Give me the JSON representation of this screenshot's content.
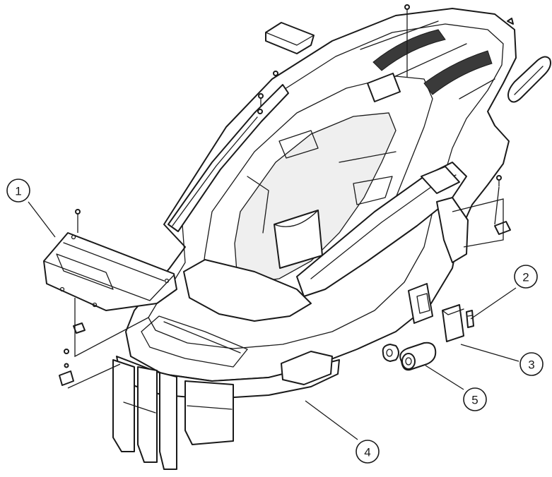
{
  "callouts": [
    {
      "id": "1",
      "label": "1"
    },
    {
      "id": "2",
      "label": "2"
    },
    {
      "id": "3",
      "label": "3"
    },
    {
      "id": "4",
      "label": "4"
    },
    {
      "id": "5",
      "label": "5"
    }
  ],
  "colors": {
    "line": "#1a1a1a",
    "background": "#ffffff",
    "shade": "#d9d9d9",
    "grille": "#3a3a3a"
  }
}
